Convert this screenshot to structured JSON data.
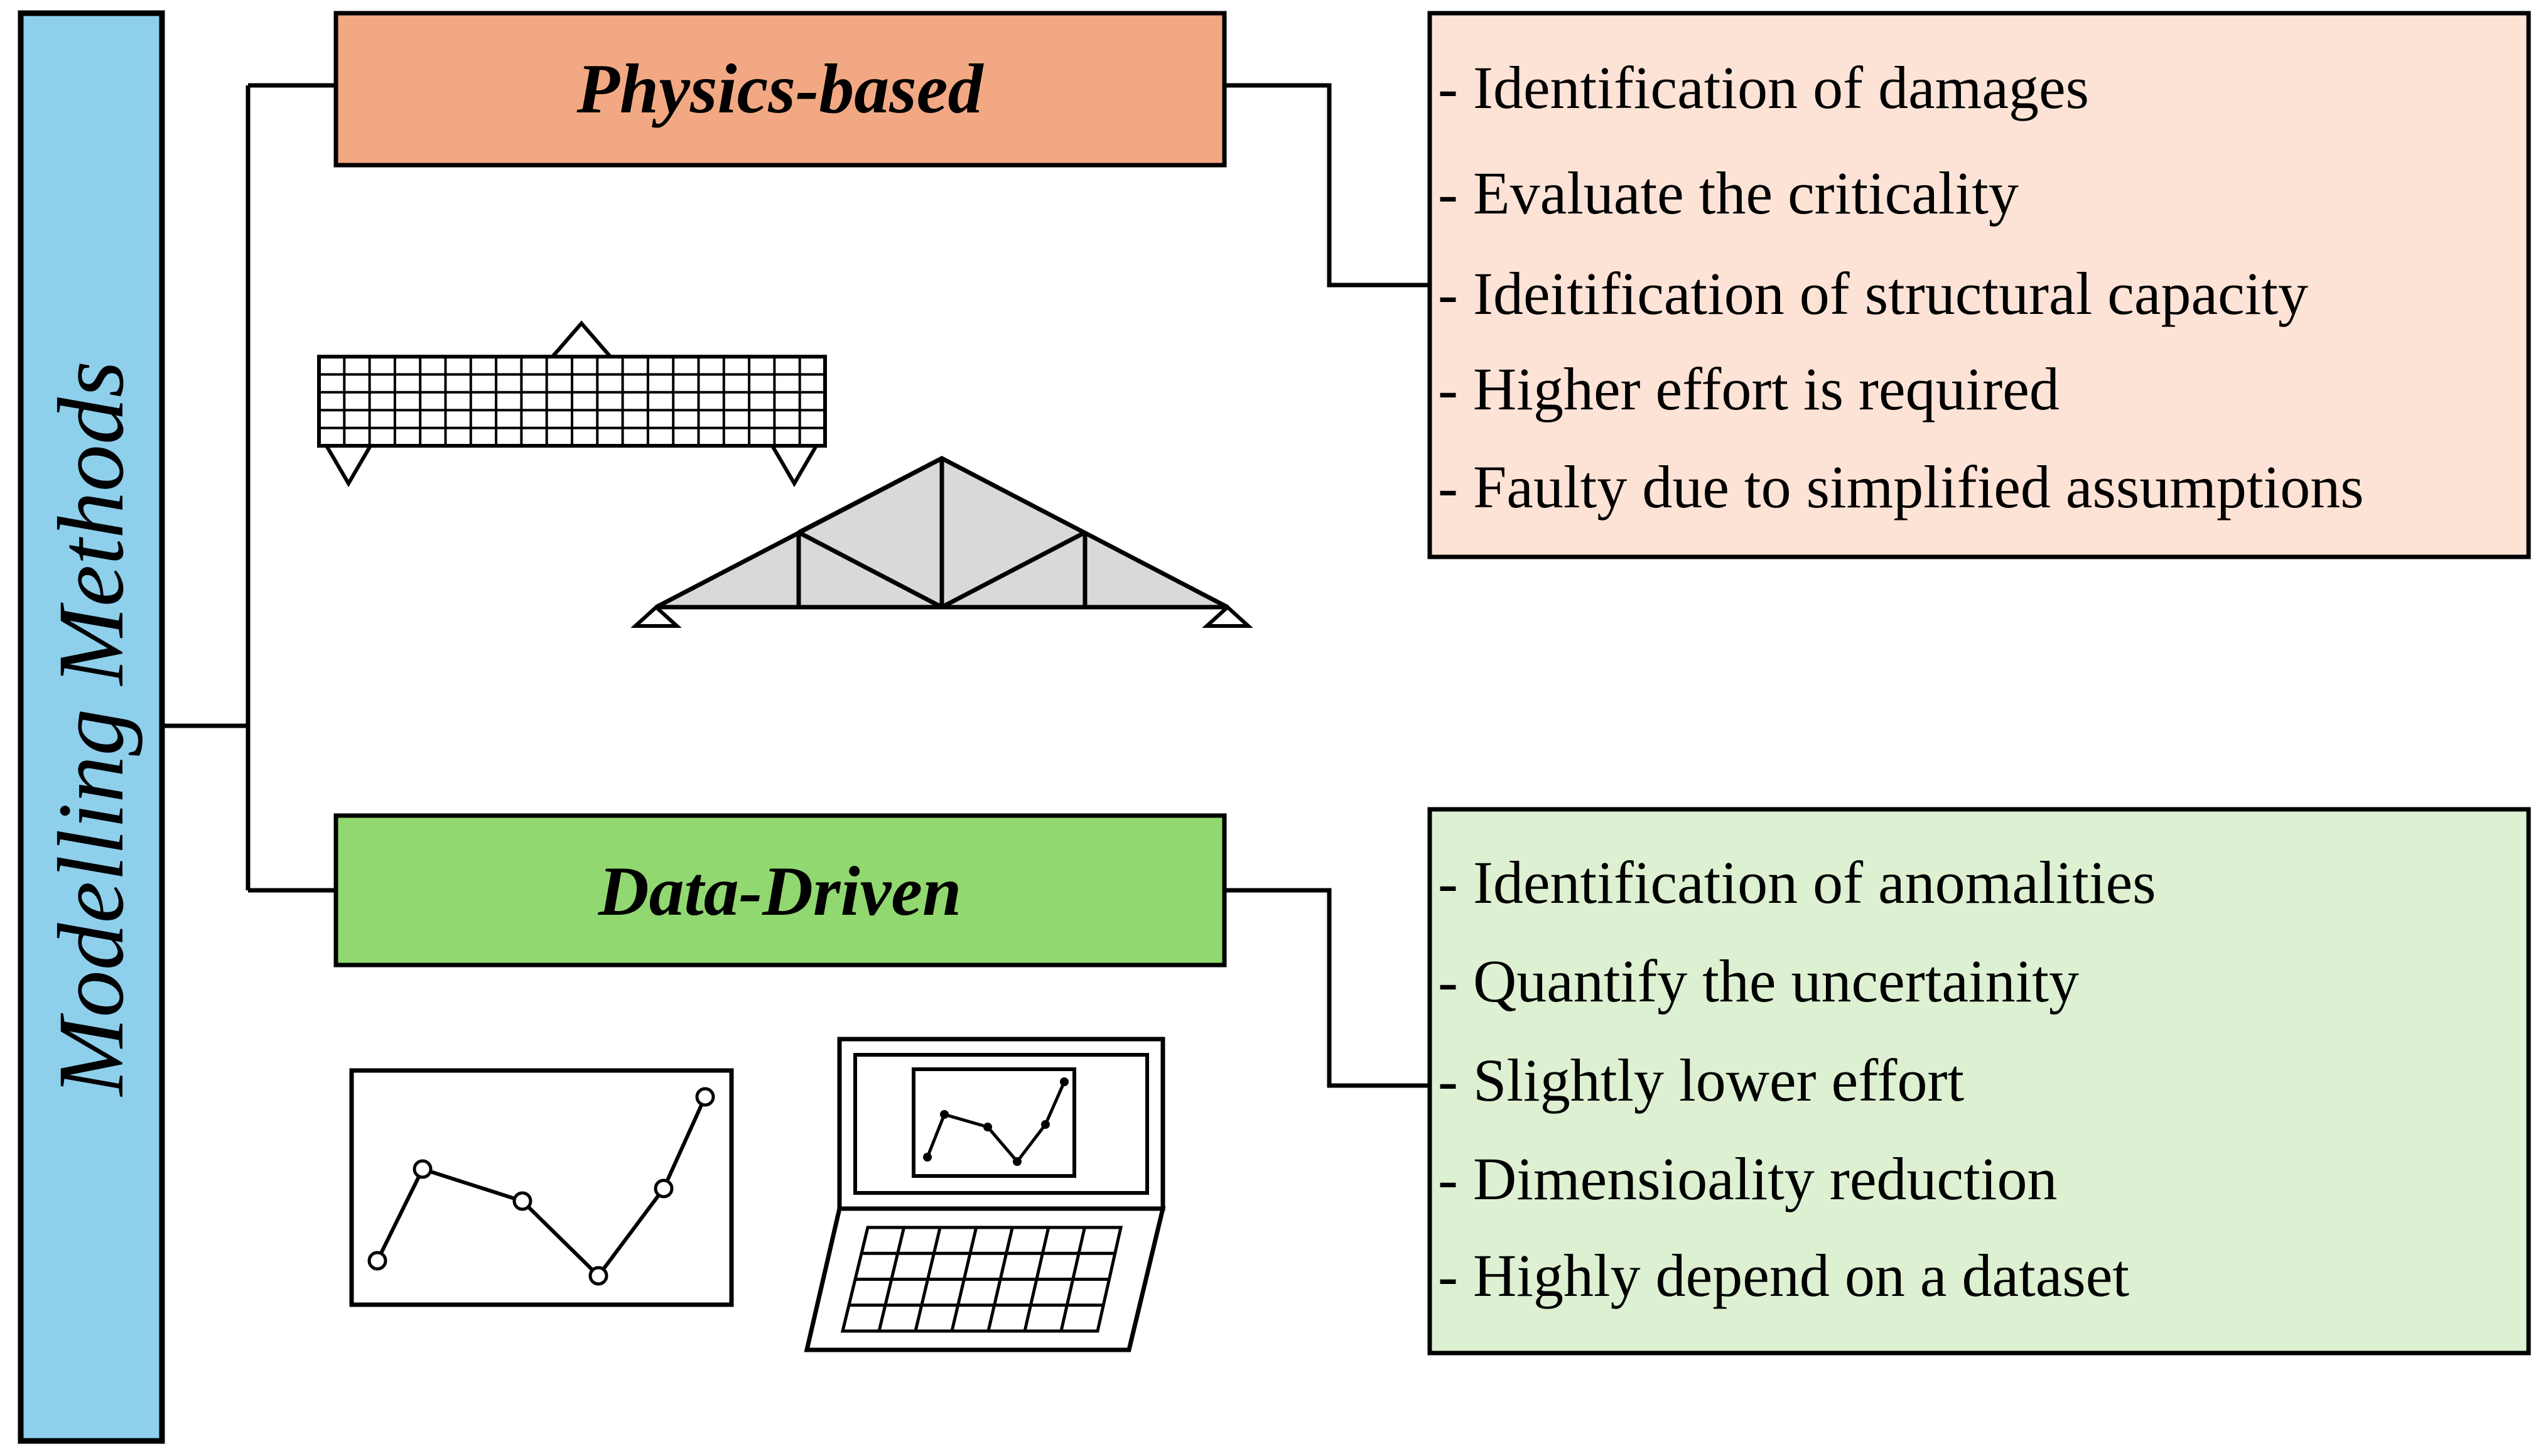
{
  "root": {
    "label": "Modelling Methods",
    "fill": "#8ECFEC"
  },
  "physics": {
    "label": "Physics-based",
    "fill": "#F2A983",
    "panel_fill": "#FCE3D6",
    "items": [
      "- Identification of damages",
      "- Evaluate the criticality",
      "- Ideitification of structural capacity",
      "- Higher effort is required",
      "- Faulty due to simplified assumptions"
    ]
  },
  "data_driven": {
    "label": "Data-Driven",
    "fill": "#92D870",
    "panel_fill": "#DDF0D1",
    "items": [
      "- Identification of anomalities",
      "- Quantify the uncertainity",
      "- Slightly lower effort",
      "- Dimensioality reduction",
      "- Highly depend on a dataset"
    ]
  },
  "illustrations": {
    "beam_icon": "mesh-beam-icon",
    "truss_icon": "roof-truss-icon",
    "chart_icon": "line-chart-icon",
    "laptop_icon": "laptop-chart-icon",
    "truss_fill": "#D9D9D9"
  }
}
